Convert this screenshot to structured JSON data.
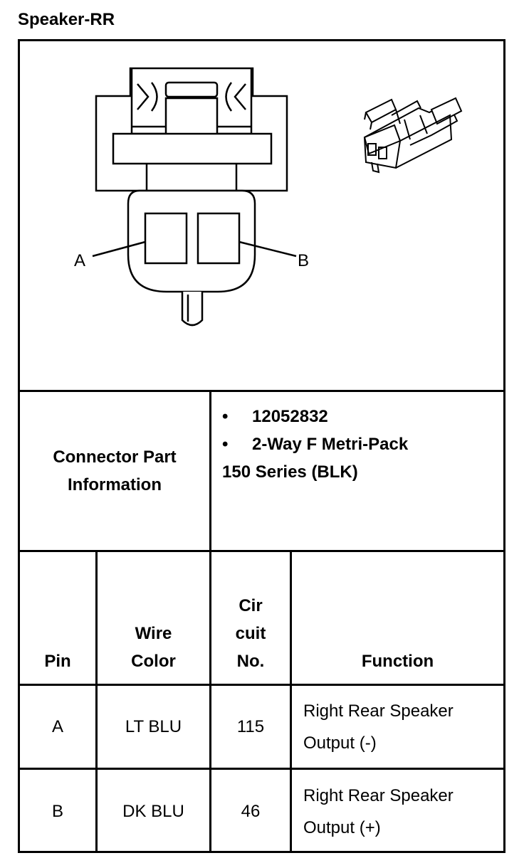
{
  "title": "Speaker-RR",
  "diagram": {
    "pin_labels": [
      "A",
      "B"
    ]
  },
  "connector_info": {
    "label": "Connector Part Information",
    "items": [
      "12052832",
      "2-Way F Metri-Pack"
    ],
    "extra": "150 Series (BLK)"
  },
  "table": {
    "headers": {
      "pin": "Pin",
      "wire_color": [
        "Wire",
        "Color"
      ],
      "circuit": [
        "Cir",
        "cuit",
        "No."
      ],
      "function": "Function"
    },
    "rows": [
      {
        "pin": "A",
        "wire_color": "LT BLU",
        "circuit": "115",
        "function": [
          "Right Rear Speaker",
          "Output (-)"
        ]
      },
      {
        "pin": "B",
        "wire_color": "DK BLU",
        "circuit": "46",
        "function": [
          "Right Rear Speaker",
          "Output (+)"
        ]
      }
    ]
  }
}
